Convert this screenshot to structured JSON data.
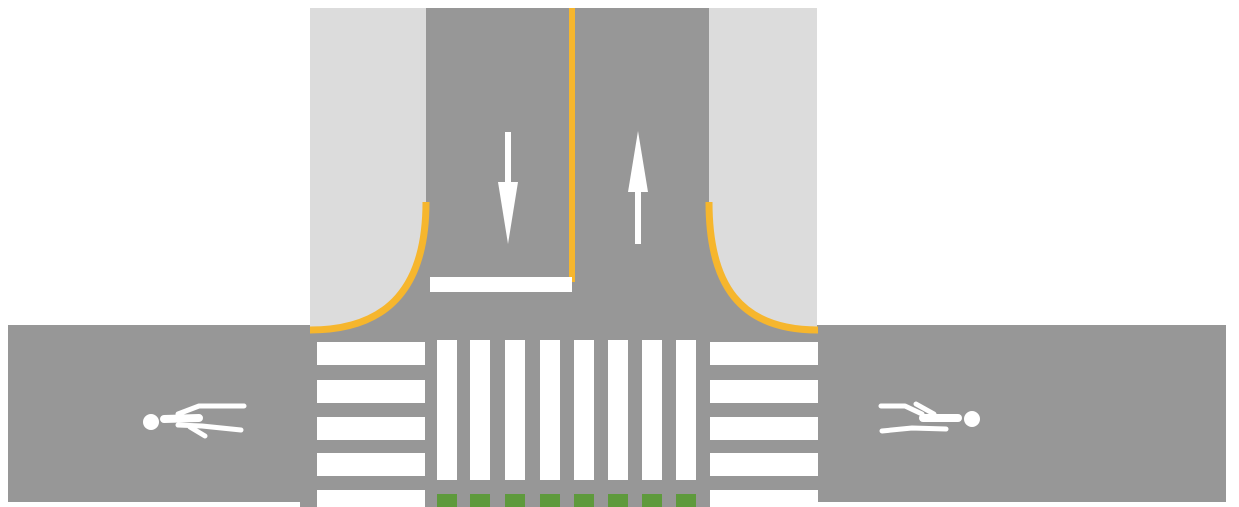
{
  "diagram": {
    "colors": {
      "background": "#ffffff",
      "asphalt": "#979797",
      "sidewalk": "#dcdcdc",
      "curb": "#f6b62d",
      "marking": "#ffffff",
      "bike_marking": "#5e9a3c"
    },
    "icons": {
      "pedestrian": "walking-pedestrian-icon",
      "arrow_down": "arrow-down-icon",
      "arrow_up": "arrow-up-icon"
    },
    "elements": {
      "vertical_road": "two-lane-road",
      "horizontal_path": "pedestrian-walkway",
      "center_line": "yellow-center-line",
      "stop_line": "stop-line",
      "crosswalk": "zebra-crosswalk",
      "bike_markings": "green-bike-markings"
    }
  }
}
